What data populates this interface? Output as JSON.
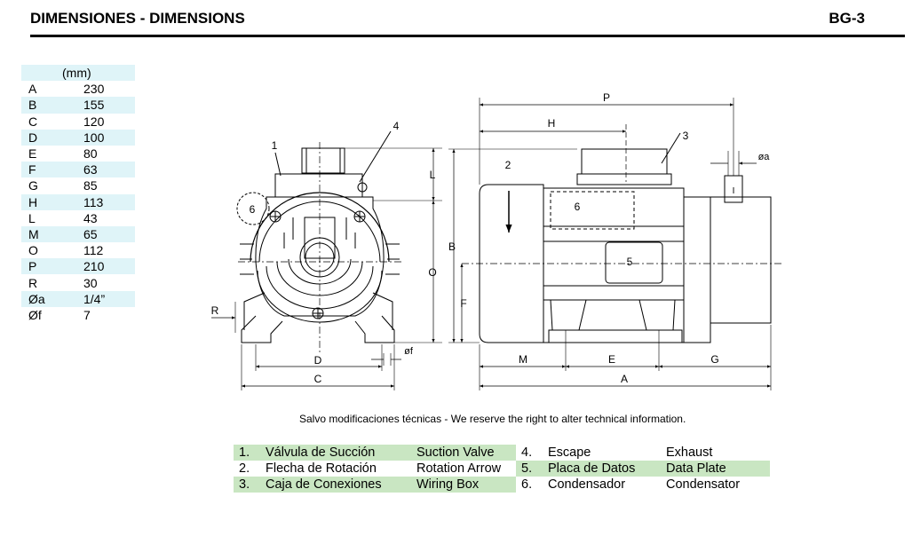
{
  "header": {
    "title": "DIMENSIONES - DIMENSIONS",
    "model": "BG-3"
  },
  "dimensions": {
    "unit": "(mm)",
    "rows": [
      {
        "key": "A",
        "value": "230"
      },
      {
        "key": "B",
        "value": "155"
      },
      {
        "key": "C",
        "value": "120"
      },
      {
        "key": "D",
        "value": "100"
      },
      {
        "key": "E",
        "value": "80"
      },
      {
        "key": "F",
        "value": "63"
      },
      {
        "key": "G",
        "value": "85"
      },
      {
        "key": "H",
        "value": "113"
      },
      {
        "key": "L",
        "value": "43"
      },
      {
        "key": "M",
        "value": "65"
      },
      {
        "key": "O",
        "value": "112"
      },
      {
        "key": "P",
        "value": "210"
      },
      {
        "key": "R",
        "value": "30"
      },
      {
        "key": "Øa",
        "value": "1/4”"
      },
      {
        "key": "Øf",
        "value": "7"
      }
    ]
  },
  "drawing": {
    "labels": {
      "D": "D",
      "C": "C",
      "R": "R",
      "O": "O",
      "L": "L",
      "f": "øf",
      "P": "P",
      "H": "H",
      "B": "B",
      "F": "F",
      "M": "M",
      "E": "E",
      "G": "G",
      "A": "A",
      "a": "øa",
      "I": "I",
      "c1": "1",
      "c2": "2",
      "c3": "3",
      "c4": "4",
      "c5": "5",
      "c6a": "6",
      "c6b": "6"
    }
  },
  "note": "Salvo modificaciones técnicas - We reserve the right to alter technical information.",
  "legend": {
    "items": [
      {
        "num": "1.",
        "es": "Válvula de Succión",
        "en": "Suction Valve"
      },
      {
        "num": "2.",
        "es": "Flecha de Rotación",
        "en": "Rotation Arrow"
      },
      {
        "num": "3.",
        "es": "Caja de Conexiones",
        "en": "Wiring Box"
      },
      {
        "num": "4.",
        "es": "Escape",
        "en": "Exhaust"
      },
      {
        "num": "5.",
        "es": "Placa de Datos",
        "en": "Data Plate"
      },
      {
        "num": "6.",
        "es": "Condensador",
        "en": "Condensator"
      }
    ]
  }
}
